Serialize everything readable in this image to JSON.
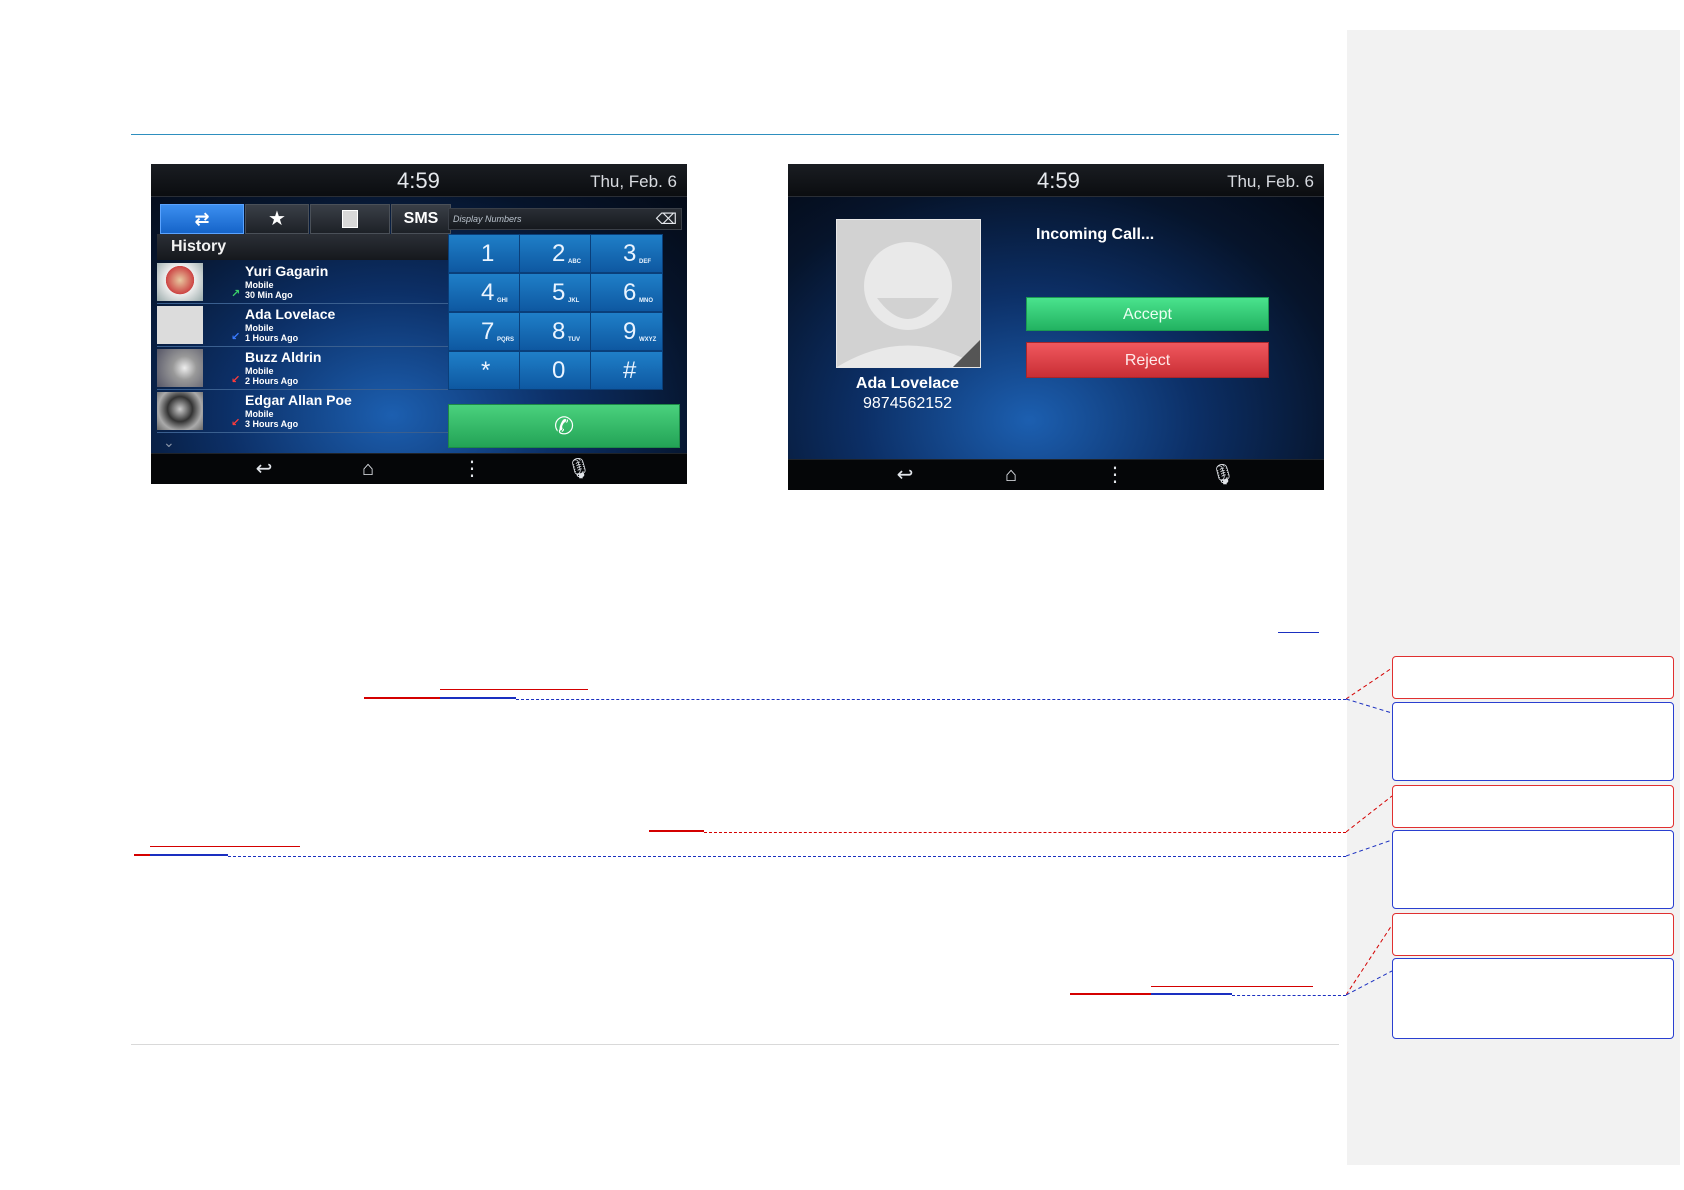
{
  "colors": {
    "page_rule": "#2e8fbf",
    "comment_pane": "#f2f2f2",
    "deletion_markup": "#d40000",
    "insertion_markup": "#1a2fc0",
    "tab_active": "#1e74dc",
    "dialpad_key": "#1670b8",
    "call_green": "#2fb865",
    "accept_green": "#2fcf75",
    "reject_red": "#dc3f45"
  },
  "phone_screen": {
    "status": {
      "time": "4:59",
      "date": "Thu, Feb. 6"
    },
    "tabs": [
      {
        "name": "call-history",
        "icon": "call-swap-icon",
        "active": true
      },
      {
        "name": "favorites",
        "icon": "star-icon",
        "active": false
      },
      {
        "name": "contacts",
        "icon": "contact-card-icon",
        "active": false
      },
      {
        "name": "sms",
        "label": "SMS",
        "active": false
      }
    ],
    "history_title": "History",
    "history": [
      {
        "name": "Yuri Gagarin",
        "type": "Mobile",
        "time": "30 Min Ago",
        "call_direction": "outgoing",
        "arrow": "↗",
        "arrow_color": "#3bd36a"
      },
      {
        "name": "Ada Lovelace",
        "type": "Mobile",
        "time": "1 Hours Ago",
        "call_direction": "incoming",
        "arrow": "↙",
        "arrow_color": "#3a7bff"
      },
      {
        "name": "Buzz Aldrin",
        "type": "Mobile",
        "time": "2 Hours Ago",
        "call_direction": "missed",
        "arrow": "↙",
        "arrow_color": "#ff3b3b"
      },
      {
        "name": "Edgar Allan Poe",
        "type": "Mobile",
        "time": "3 Hours Ago",
        "call_direction": "missed",
        "arrow": "↙",
        "arrow_color": "#ff3b3b"
      }
    ],
    "scroll_more_icon": "chevron-down-icon",
    "display_placeholder": "Display Numbers",
    "backspace_icon": "backspace-icon",
    "keypad": [
      {
        "digit": "1",
        "letters": ""
      },
      {
        "digit": "2",
        "letters": "ABC"
      },
      {
        "digit": "3",
        "letters": "DEF"
      },
      {
        "digit": "4",
        "letters": "GHI"
      },
      {
        "digit": "5",
        "letters": "JKL"
      },
      {
        "digit": "6",
        "letters": "MNO"
      },
      {
        "digit": "7",
        "letters": "PQRS"
      },
      {
        "digit": "8",
        "letters": "TUV"
      },
      {
        "digit": "9",
        "letters": "WXYZ"
      },
      {
        "digit": "*",
        "letters": ""
      },
      {
        "digit": "0",
        "letters": ""
      },
      {
        "digit": "#",
        "letters": ""
      }
    ],
    "call_icon": "phone-handset-icon",
    "nav": [
      "back-icon",
      "home-icon",
      "menu-icon",
      "microphone-icon"
    ]
  },
  "incoming_screen": {
    "status": {
      "time": "4:59",
      "date": "Thu, Feb. 6"
    },
    "title": "Incoming Call...",
    "accept_label": "Accept",
    "reject_label": "Reject",
    "caller_name": "Ada Lovelace",
    "caller_number": "9874562152",
    "avatar_icon": "default-avatar-icon",
    "nav": [
      "back-icon",
      "home-icon",
      "menu-icon",
      "microphone-icon"
    ]
  },
  "comment_balloons": [
    {
      "kind": "deleted"
    },
    {
      "kind": "inserted"
    },
    {
      "kind": "deleted"
    },
    {
      "kind": "inserted"
    },
    {
      "kind": "deleted"
    },
    {
      "kind": "inserted"
    }
  ]
}
